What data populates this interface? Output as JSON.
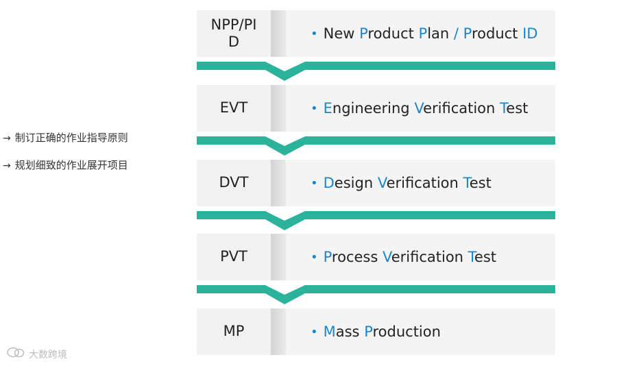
{
  "notes": [
    {
      "arrow": "→",
      "text": "制订正确的作业指导原则"
    },
    {
      "arrow": "→",
      "text": "规划细致的作业展开项目"
    }
  ],
  "stages": [
    {
      "code_lines": [
        "NPP/PI",
        "D"
      ],
      "desc_parts": [
        {
          "t": "New ",
          "hl": false
        },
        {
          "t": "P",
          "hl": true
        },
        {
          "t": "roduct ",
          "hl": false
        },
        {
          "t": "P",
          "hl": true
        },
        {
          "t": "lan ",
          "hl": false
        },
        {
          "t": "/",
          "hl": true
        },
        {
          "t": " ",
          "hl": false
        },
        {
          "t": "P",
          "hl": true
        },
        {
          "t": "roduct ",
          "hl": false
        },
        {
          "t": "ID",
          "hl": true
        }
      ]
    },
    {
      "code_lines": [
        "EVT"
      ],
      "desc_parts": [
        {
          "t": "E",
          "hl": true
        },
        {
          "t": "ngineering ",
          "hl": false
        },
        {
          "t": "V",
          "hl": true
        },
        {
          "t": "erification ",
          "hl": false
        },
        {
          "t": "T",
          "hl": true
        },
        {
          "t": "est",
          "hl": false
        }
      ]
    },
    {
      "code_lines": [
        "DVT"
      ],
      "desc_parts": [
        {
          "t": "D",
          "hl": true
        },
        {
          "t": "esign ",
          "hl": false
        },
        {
          "t": "V",
          "hl": true
        },
        {
          "t": "erification ",
          "hl": false
        },
        {
          "t": "T",
          "hl": true
        },
        {
          "t": "est",
          "hl": false
        }
      ]
    },
    {
      "code_lines": [
        "PVT"
      ],
      "desc_parts": [
        {
          "t": "P",
          "hl": true
        },
        {
          "t": "rocess ",
          "hl": false
        },
        {
          "t": "V",
          "hl": true
        },
        {
          "t": "erification ",
          "hl": false
        },
        {
          "t": "T",
          "hl": true
        },
        {
          "t": "est",
          "hl": false
        }
      ]
    },
    {
      "code_lines": [
        "MP"
      ],
      "desc_parts": [
        {
          "t": "M",
          "hl": true
        },
        {
          "t": "ass ",
          "hl": false
        },
        {
          "t": "P",
          "hl": true
        },
        {
          "t": "roduction",
          "hl": false
        }
      ]
    }
  ],
  "bullet": "•",
  "colors": {
    "connector": "#2ab39a",
    "highlight": "#1a85c8"
  },
  "watermark": {
    "icon": "wechat-logo-icon",
    "text": "大数跨境"
  }
}
